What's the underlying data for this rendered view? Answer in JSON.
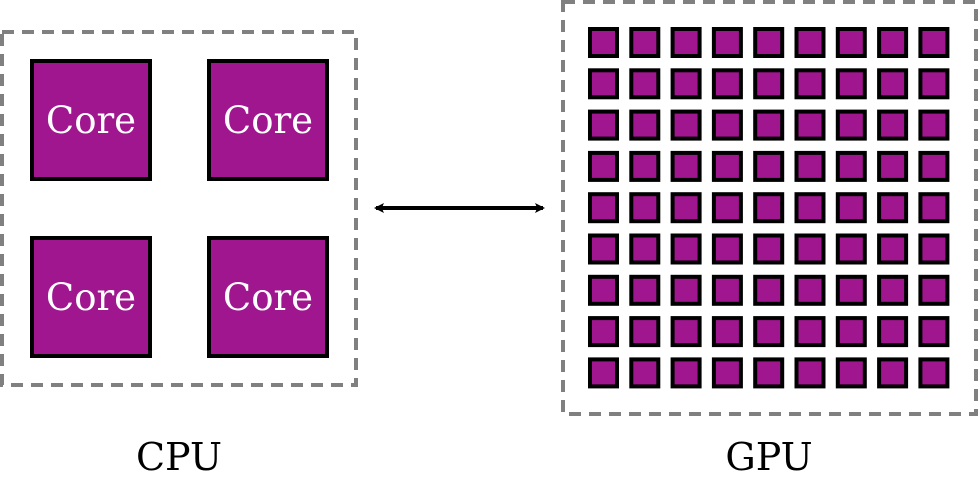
{
  "colors": {
    "core_fill": "#a0168e",
    "stroke": "#000000",
    "group_border": "#808080",
    "label_text_on_core": "#ffffff"
  },
  "cpu": {
    "label": "CPU",
    "cores": [
      {
        "label": "Core"
      },
      {
        "label": "Core"
      },
      {
        "label": "Core"
      },
      {
        "label": "Core"
      }
    ]
  },
  "gpu": {
    "label": "GPU",
    "grid_rows": 9,
    "grid_cols": 9
  },
  "connector": {
    "type": "bidirectional-arrow"
  }
}
